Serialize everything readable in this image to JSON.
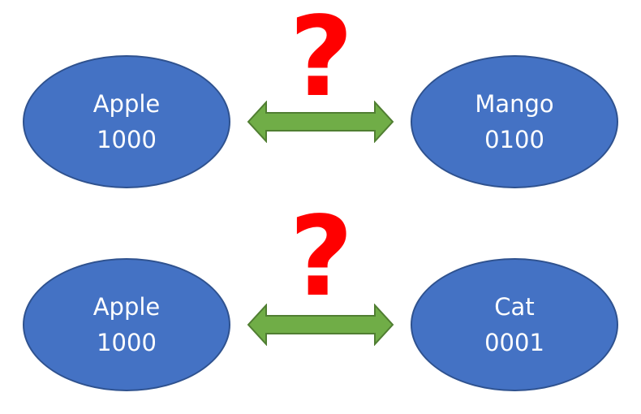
{
  "comparisons": [
    {
      "left": {
        "label": "Apple",
        "code": "1000"
      },
      "right": {
        "label": "Mango",
        "code": "0100"
      },
      "question_mark": "?"
    },
    {
      "left": {
        "label": "Apple",
        "code": "1000"
      },
      "right": {
        "label": "Cat",
        "code": "0001"
      },
      "question_mark": "?"
    }
  ],
  "colors": {
    "ellipse_fill": "#4472c4",
    "ellipse_border": "#2f528f",
    "arrow_fill": "#70ad47",
    "arrow_border": "#507e32",
    "question_mark": "#ff0000",
    "text": "#ffffff"
  }
}
